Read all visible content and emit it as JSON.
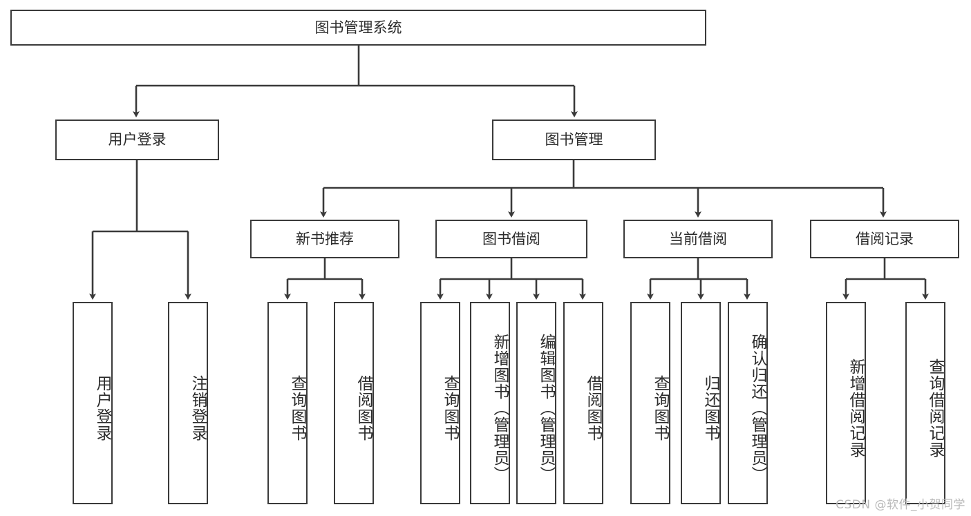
{
  "diagram": {
    "title": "图书管理系统",
    "type": "functional-decomposition-tree",
    "watermark": "CSDN @软件_小贺同学",
    "colors": {
      "box_border": "#3a3a3a",
      "box_fill": "#ffffff",
      "text": "#2b2b2b",
      "line": "#3a3a3a",
      "watermark": "#b9b9b9",
      "background": "#ffffff"
    },
    "levels": {
      "root": {
        "id": "root",
        "label": "图书管理系统",
        "orientation": "horizontal"
      },
      "level2": [
        {
          "id": "user-login",
          "label": "用户登录",
          "orientation": "horizontal"
        },
        {
          "id": "book-manage",
          "label": "图书管理",
          "orientation": "horizontal"
        }
      ],
      "level3": [
        {
          "id": "new-book-recommend",
          "label": "新书推荐",
          "orientation": "horizontal",
          "parent": "book-manage"
        },
        {
          "id": "book-borrow",
          "label": "图书借阅",
          "orientation": "horizontal",
          "parent": "book-manage"
        },
        {
          "id": "current-borrow",
          "label": "当前借阅",
          "orientation": "horizontal",
          "parent": "book-manage"
        },
        {
          "id": "borrow-record",
          "label": "借阅记录",
          "orientation": "horizontal",
          "parent": "book-manage"
        }
      ],
      "leaves": [
        {
          "id": "leaf-user-login",
          "label": "用户登录",
          "orientation": "vertical",
          "parent": "user-login"
        },
        {
          "id": "leaf-user-logout",
          "label": "注销登录",
          "orientation": "vertical",
          "parent": "user-login"
        },
        {
          "id": "leaf-query-book-1",
          "label": "查询图书",
          "orientation": "vertical",
          "parent": "new-book-recommend"
        },
        {
          "id": "leaf-borrow-book-1",
          "label": "借阅图书",
          "orientation": "vertical",
          "parent": "new-book-recommend"
        },
        {
          "id": "leaf-query-book-2",
          "label": "查询图书",
          "orientation": "vertical",
          "parent": "book-borrow"
        },
        {
          "id": "leaf-add-book",
          "label": "新增图书（管理员）",
          "orientation": "vertical",
          "parent": "book-borrow"
        },
        {
          "id": "leaf-edit-book",
          "label": "编辑图书（管理员）",
          "orientation": "vertical",
          "parent": "book-borrow"
        },
        {
          "id": "leaf-borrow-book-2",
          "label": "借阅图书",
          "orientation": "vertical",
          "parent": "book-borrow"
        },
        {
          "id": "leaf-query-book-3",
          "label": "查询图书",
          "orientation": "vertical",
          "parent": "current-borrow"
        },
        {
          "id": "leaf-return-book",
          "label": "归还图书",
          "orientation": "vertical",
          "parent": "current-borrow"
        },
        {
          "id": "leaf-confirm-return",
          "label": "确认归还（管理员）",
          "orientation": "vertical",
          "parent": "current-borrow"
        },
        {
          "id": "leaf-add-record",
          "label": "新增借阅记录",
          "orientation": "vertical",
          "parent": "borrow-record"
        },
        {
          "id": "leaf-query-record",
          "label": "查询借阅记录",
          "orientation": "vertical",
          "parent": "borrow-record"
        }
      ]
    }
  }
}
